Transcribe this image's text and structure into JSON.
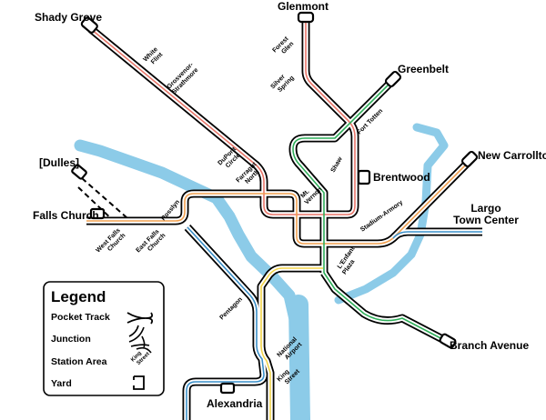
{
  "colors": {
    "red": "#e8766a",
    "orange": "#f0a050",
    "blue": "#3a8fc8",
    "yellow": "#f2d44a",
    "green": "#2fae5a",
    "water": "#8ccbe8",
    "track": "#000000"
  },
  "terminals": {
    "shady_grove": "Shady Grove",
    "glenmont": "Glenmont",
    "greenbelt": "Greenbelt",
    "new_carrollton": "New Carrollton",
    "largo_line1": "Largo",
    "largo_line2": "Town Center",
    "branch_avenue": "Branch Avenue",
    "alexandria": "Alexandria",
    "falls_church": "Falls Church",
    "dulles": "[Dulles]",
    "brentwood": "Brentwood"
  },
  "stations": {
    "white_flint": [
      "White",
      "Flint"
    ],
    "grosvenor": [
      "Grosvenor-",
      "Strathmore"
    ],
    "forest_glen": [
      "Forest",
      "Glen"
    ],
    "silver_spring": [
      "Silver",
      "Spring"
    ],
    "fort_totten": "Fort Totten",
    "dupont": [
      "DuPont",
      "Circle"
    ],
    "farragut": [
      "Farragut",
      "North"
    ],
    "mt_vernon": [
      "Mt.",
      "Vernon"
    ],
    "shaw": "Shaw",
    "rosslyn": "Rosslyn",
    "stadium_armory": "Stadium-Armory",
    "lenfant": [
      "L'Enfant",
      "Plaza"
    ],
    "west_falls_church": [
      "West Falls",
      "Church"
    ],
    "east_falls_church": [
      "East Falls",
      "Church"
    ],
    "pentagon": "Pentagon",
    "national_airport": [
      "National",
      "Airport"
    ],
    "king_street": [
      "King",
      "Street"
    ]
  },
  "legend": {
    "title": "Legend",
    "items": [
      {
        "label": "Pocket Track",
        "icon": "pocket-track-icon"
      },
      {
        "label": "Junction",
        "icon": "junction-icon"
      },
      {
        "label": "Station Area",
        "icon": "station-area-icon",
        "sample": [
          "King",
          "Street"
        ]
      },
      {
        "label": "Yard",
        "icon": "yard-icon"
      }
    ]
  }
}
